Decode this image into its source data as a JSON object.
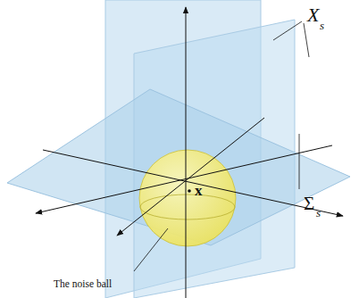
{
  "diagram": {
    "labels": [
      "X",
      "s",
      "Σ",
      "s",
      "x",
      "The noise ball"
    ]
  }
}
